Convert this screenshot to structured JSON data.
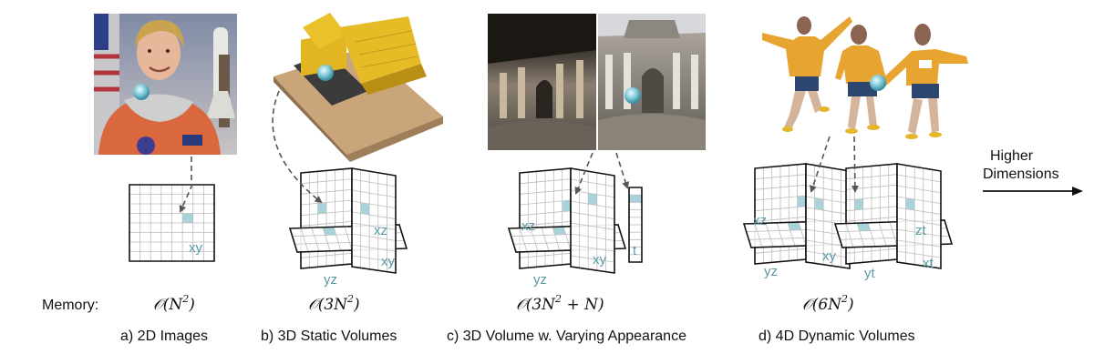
{
  "memory_label": "Memory:",
  "right_label": {
    "line1": "Higher",
    "line2": "Dimensions"
  },
  "colors": {
    "accent": "#5a9aa8",
    "cell": "#a9d3da",
    "arrow": "#555555",
    "grid": "#bdbdbd",
    "frame": "#111111"
  },
  "panels": [
    {
      "caption": "a) 2D Images",
      "memory": {
        "pre": "𝒪(N",
        "sup": "2",
        "post": ")"
      },
      "image": "astronaut-photo",
      "planes": [
        {
          "label": "xy"
        }
      ]
    },
    {
      "caption": "b) 3D Static Volumes",
      "memory": {
        "pre": "𝒪(3N",
        "sup": "2",
        "post": ")"
      },
      "image": "lego-bulldozer-render",
      "planes": [
        {
          "label": "xz"
        },
        {
          "label": "yz"
        },
        {
          "label": "xy"
        }
      ]
    },
    {
      "caption": "c) 3D Volume w. Varying Appearance",
      "memory": {
        "pre": "𝒪(3N",
        "sup": "2",
        "post": " + N)"
      },
      "image": "trevi-fountain-photos",
      "planes": [
        {
          "label": "xz"
        },
        {
          "label": "yz"
        },
        {
          "label": "xy"
        },
        {
          "label": "t"
        }
      ]
    },
    {
      "caption": "d) 4D Dynamic Volumes",
      "memory": {
        "pre": "𝒪(6N",
        "sup": "2",
        "post": ")"
      },
      "image": "dancing-person-frames",
      "planes": [
        {
          "label": "xz"
        },
        {
          "label": "yz"
        },
        {
          "label": "xy"
        },
        {
          "label": "zt"
        },
        {
          "label": "yt"
        },
        {
          "label": "xt"
        }
      ]
    }
  ]
}
